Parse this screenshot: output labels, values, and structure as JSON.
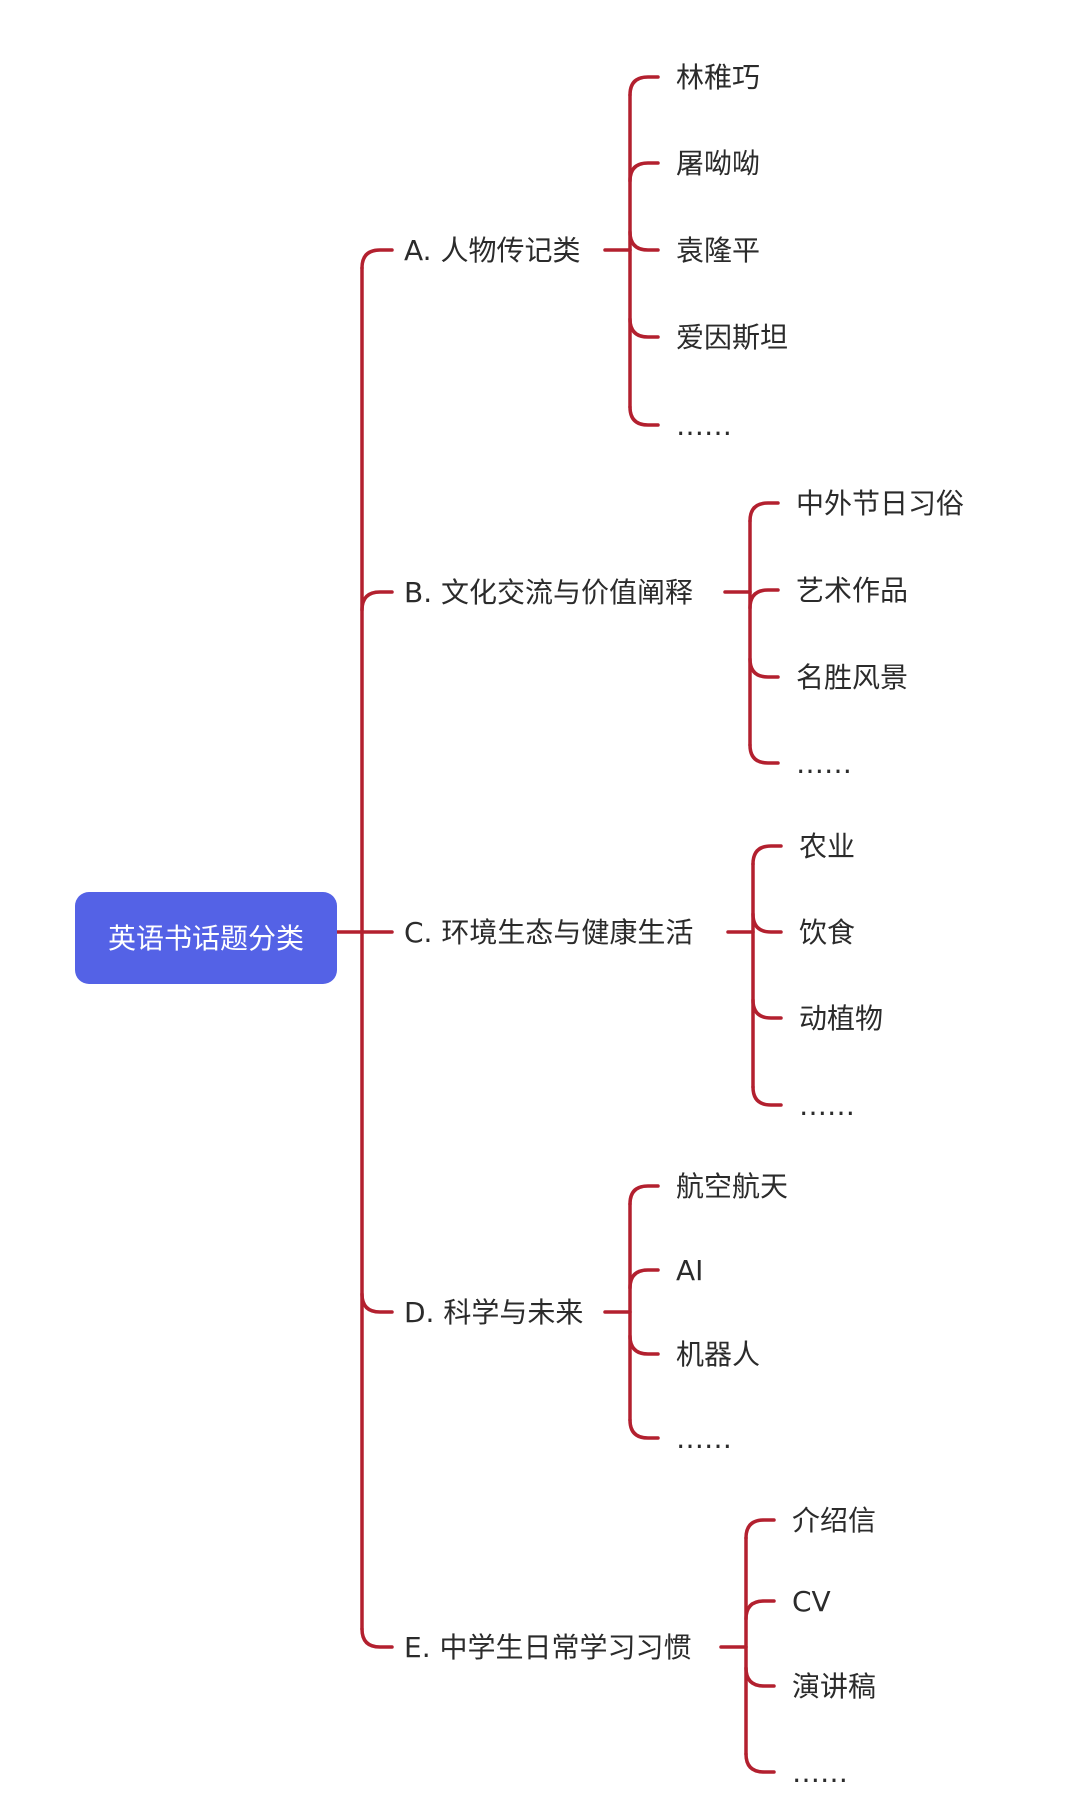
{
  "mindmap": {
    "root": "英语书话题分类",
    "categories": [
      {
        "label": "A. 人物传记类",
        "items": [
          "林稚巧",
          "屠呦呦",
          "袁隆平",
          "爱因斯坦",
          "……"
        ]
      },
      {
        "label": "B. 文化交流与价值阐释",
        "items": [
          "中外节日习俗",
          "艺术作品",
          "名胜风景",
          "……"
        ]
      },
      {
        "label": "C. 环境生态与健康生活",
        "items": [
          "农业",
          "饮食",
          "动植物",
          "……"
        ]
      },
      {
        "label": "D. 科学与未来",
        "items": [
          "航空航天",
          "AI",
          "机器人",
          "……"
        ]
      },
      {
        "label": "E. 中学生日常学习习惯",
        "items": [
          "介绍信",
          "CV",
          "演讲稿",
          "……"
        ]
      }
    ],
    "colors": {
      "root_fill": "#5462e6",
      "root_text": "#ffffff",
      "connector": "#b3202f",
      "label_text": "#2b2b2b"
    }
  }
}
